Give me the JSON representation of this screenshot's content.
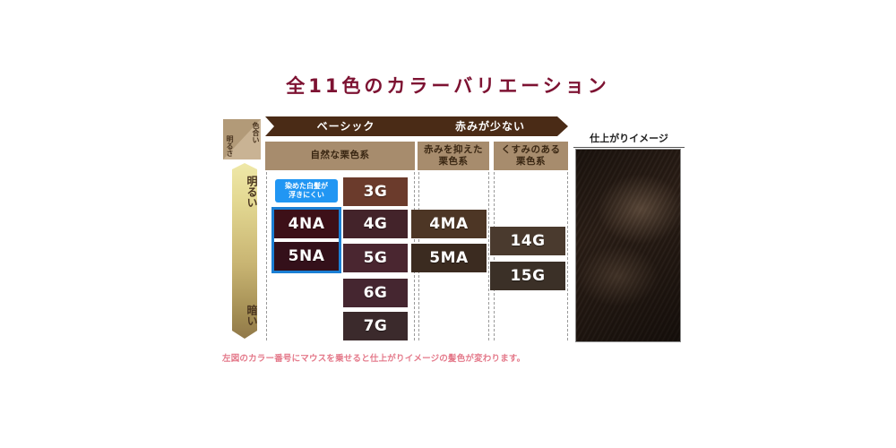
{
  "title": "全11色のカラーバリエーション",
  "axis": {
    "corner_hue_label": "色合い",
    "corner_brightness_label": "明るさ",
    "bright_label": "明るい",
    "dark_label": "暗い"
  },
  "ribbon": {
    "segments": [
      {
        "label": "ベーシック"
      },
      {
        "label": "赤みが少ない"
      }
    ],
    "color": "#4a2b16"
  },
  "categories": [
    {
      "label": "自然な栗色系"
    },
    {
      "label": "赤みを抑えた\n栗色系"
    },
    {
      "label": "くすみのある\n栗色系"
    }
  ],
  "badge": {
    "line1": "染めた白髪が",
    "line2": "浮きにくい",
    "color": "#2196f3"
  },
  "highlight_border_color": "#1b7fd4",
  "swatches": [
    {
      "code": "4NA",
      "color": "#3d1018"
    },
    {
      "code": "5NA",
      "color": "#34101a"
    },
    {
      "code": "3G",
      "color": "#6b3b2c"
    },
    {
      "code": "4G",
      "color": "#43232a"
    },
    {
      "code": "5G",
      "color": "#4a2630"
    },
    {
      "code": "6G",
      "color": "#452630"
    },
    {
      "code": "7G",
      "color": "#3b2a2c"
    },
    {
      "code": "4MA",
      "color": "#4d3625"
    },
    {
      "code": "5MA",
      "color": "#3b2b20"
    },
    {
      "code": "14G",
      "color": "#4a3a2e"
    },
    {
      "code": "15G",
      "color": "#3b3027"
    }
  ],
  "result_panel": {
    "label": "仕上がりイメージ",
    "hair_color": "#2a1d15"
  },
  "footer_note": "左図のカラー番号にマウスを乗せると仕上がりイメージの髪色が変わります。"
}
